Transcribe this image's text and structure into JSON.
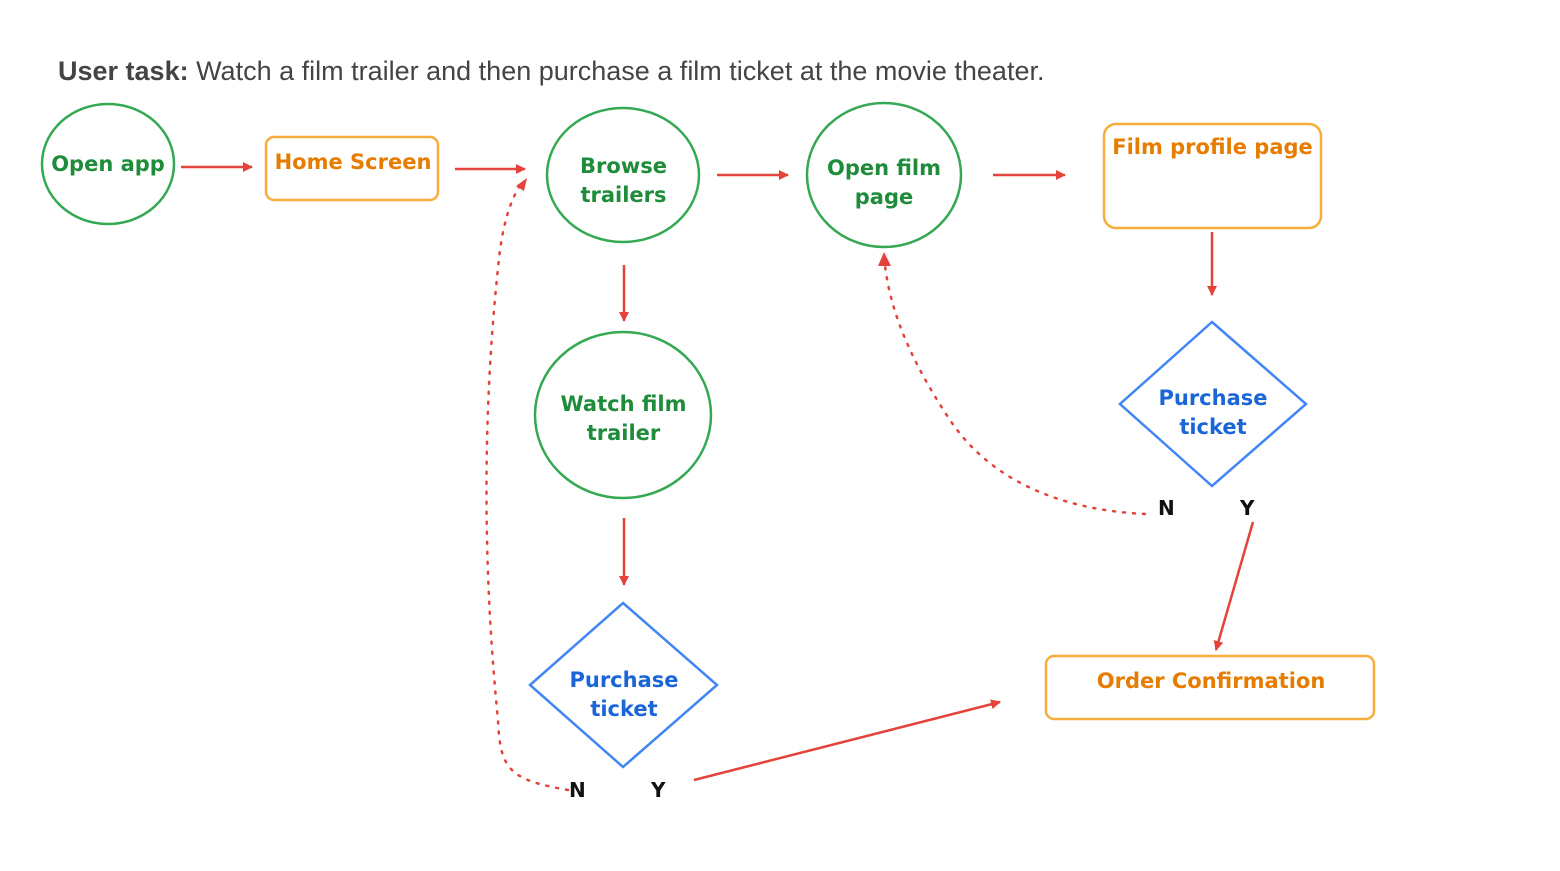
{
  "task": {
    "prefix": "User task:",
    "text": " Watch a film trailer and then purchase a film ticket at the movie theater."
  },
  "nodes": {
    "open_app": "Open app",
    "home_screen": "Home Screen",
    "browse_trailers": "Browse trailers",
    "open_film_page": "Open film page",
    "film_profile_page": "Film profile page",
    "watch_film_trailer": "Watch film trailer",
    "purchase_ticket_1": "Purchase ticket",
    "purchase_ticket_2": "Purchase ticket",
    "order_confirmation": "Order Confirmation"
  },
  "branches": {
    "decision_1_no": "N",
    "decision_1_yes": "Y",
    "decision_2_no": "N",
    "decision_2_yes": "Y"
  },
  "colors": {
    "circle_stroke": "#34a853",
    "box_stroke": "#f6ad3c",
    "diamond_stroke": "#4285f4",
    "arrow": "#e3433a"
  }
}
